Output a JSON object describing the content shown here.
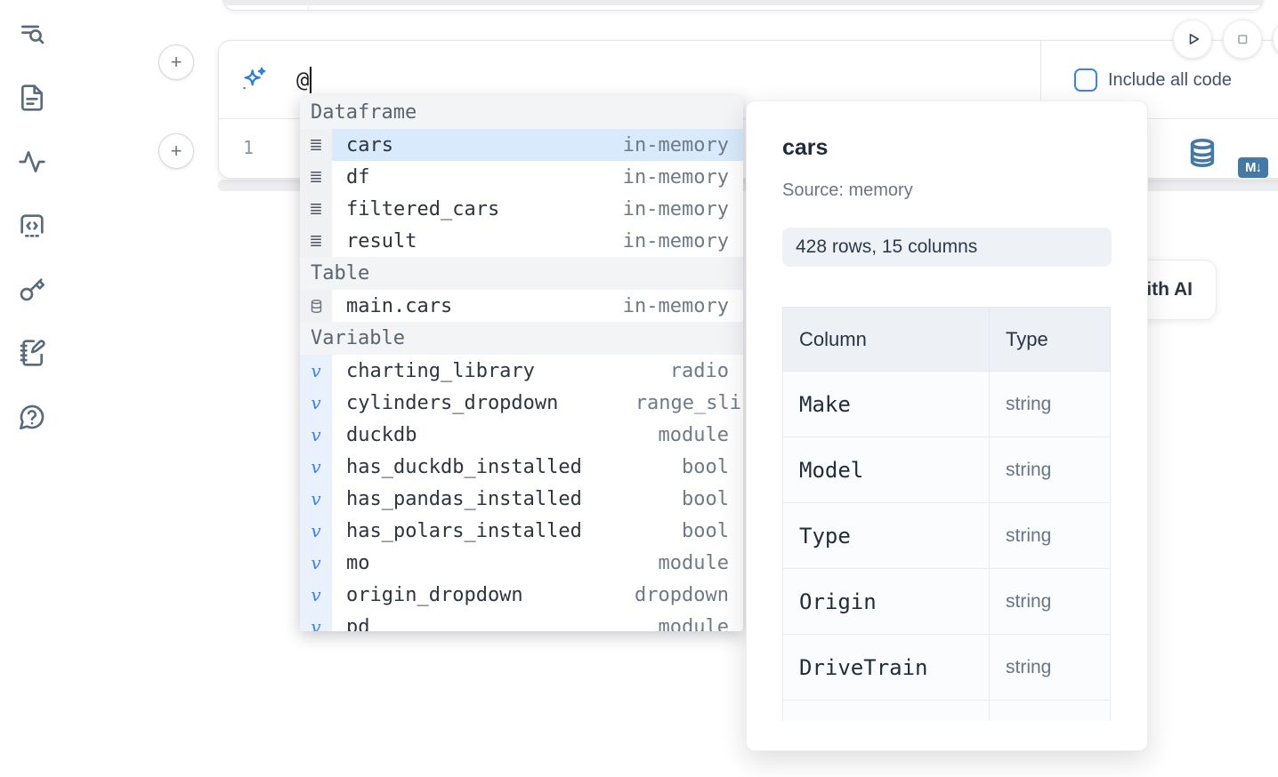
{
  "colors": {
    "accent": "#3b82f6",
    "steel_icon": "#4579a5",
    "selection_bg": "#d8eafb"
  },
  "sidebar": {
    "icons": [
      "list-search",
      "file-text",
      "activity",
      "code-snippets",
      "key",
      "notebook-pen",
      "help-chat"
    ]
  },
  "toolbar": {
    "run": "play-icon",
    "interrupt": "stop-icon"
  },
  "cell": {
    "add_button_glyph": "+",
    "ai_prompt_value": "@",
    "include_all_code_label": "Include all code",
    "include_all_code_checked": false,
    "line_number": "1",
    "markdown_badge": "M↓"
  },
  "generate_ai_button": {
    "label": "Generate with AI"
  },
  "autocomplete": {
    "var_glyph": "v",
    "selected_item": "cars",
    "sections": [
      {
        "label": "Dataframe",
        "items": [
          {
            "name": "cars",
            "detail": "in-memory"
          },
          {
            "name": "df",
            "detail": "in-memory"
          },
          {
            "name": "filtered_cars",
            "detail": "in-memory"
          },
          {
            "name": "result",
            "detail": "in-memory"
          }
        ]
      },
      {
        "label": "Table",
        "items": [
          {
            "name": "main.cars",
            "detail": "in-memory"
          }
        ]
      },
      {
        "label": "Variable",
        "items": [
          {
            "name": "charting_library",
            "detail": "radio"
          },
          {
            "name": "cylinders_dropdown",
            "detail": "range_sli"
          },
          {
            "name": "duckdb",
            "detail": "module"
          },
          {
            "name": "has_duckdb_installed",
            "detail": "bool"
          },
          {
            "name": "has_pandas_installed",
            "detail": "bool"
          },
          {
            "name": "has_polars_installed",
            "detail": "bool"
          },
          {
            "name": "mo",
            "detail": "module"
          },
          {
            "name": "origin_dropdown",
            "detail": "dropdown"
          },
          {
            "name": "pd",
            "detail": "module"
          }
        ]
      }
    ]
  },
  "preview_panel": {
    "title": "cars",
    "source_label": "Source: memory",
    "shape_badge": "428 rows, 15 columns",
    "table": {
      "headers": [
        "Column",
        "Type"
      ],
      "rows": [
        [
          "Make",
          "string"
        ],
        [
          "Model",
          "string"
        ],
        [
          "Type",
          "string"
        ],
        [
          "Origin",
          "string"
        ],
        [
          "DriveTrain",
          "string"
        ],
        [
          "",
          ""
        ]
      ]
    }
  }
}
